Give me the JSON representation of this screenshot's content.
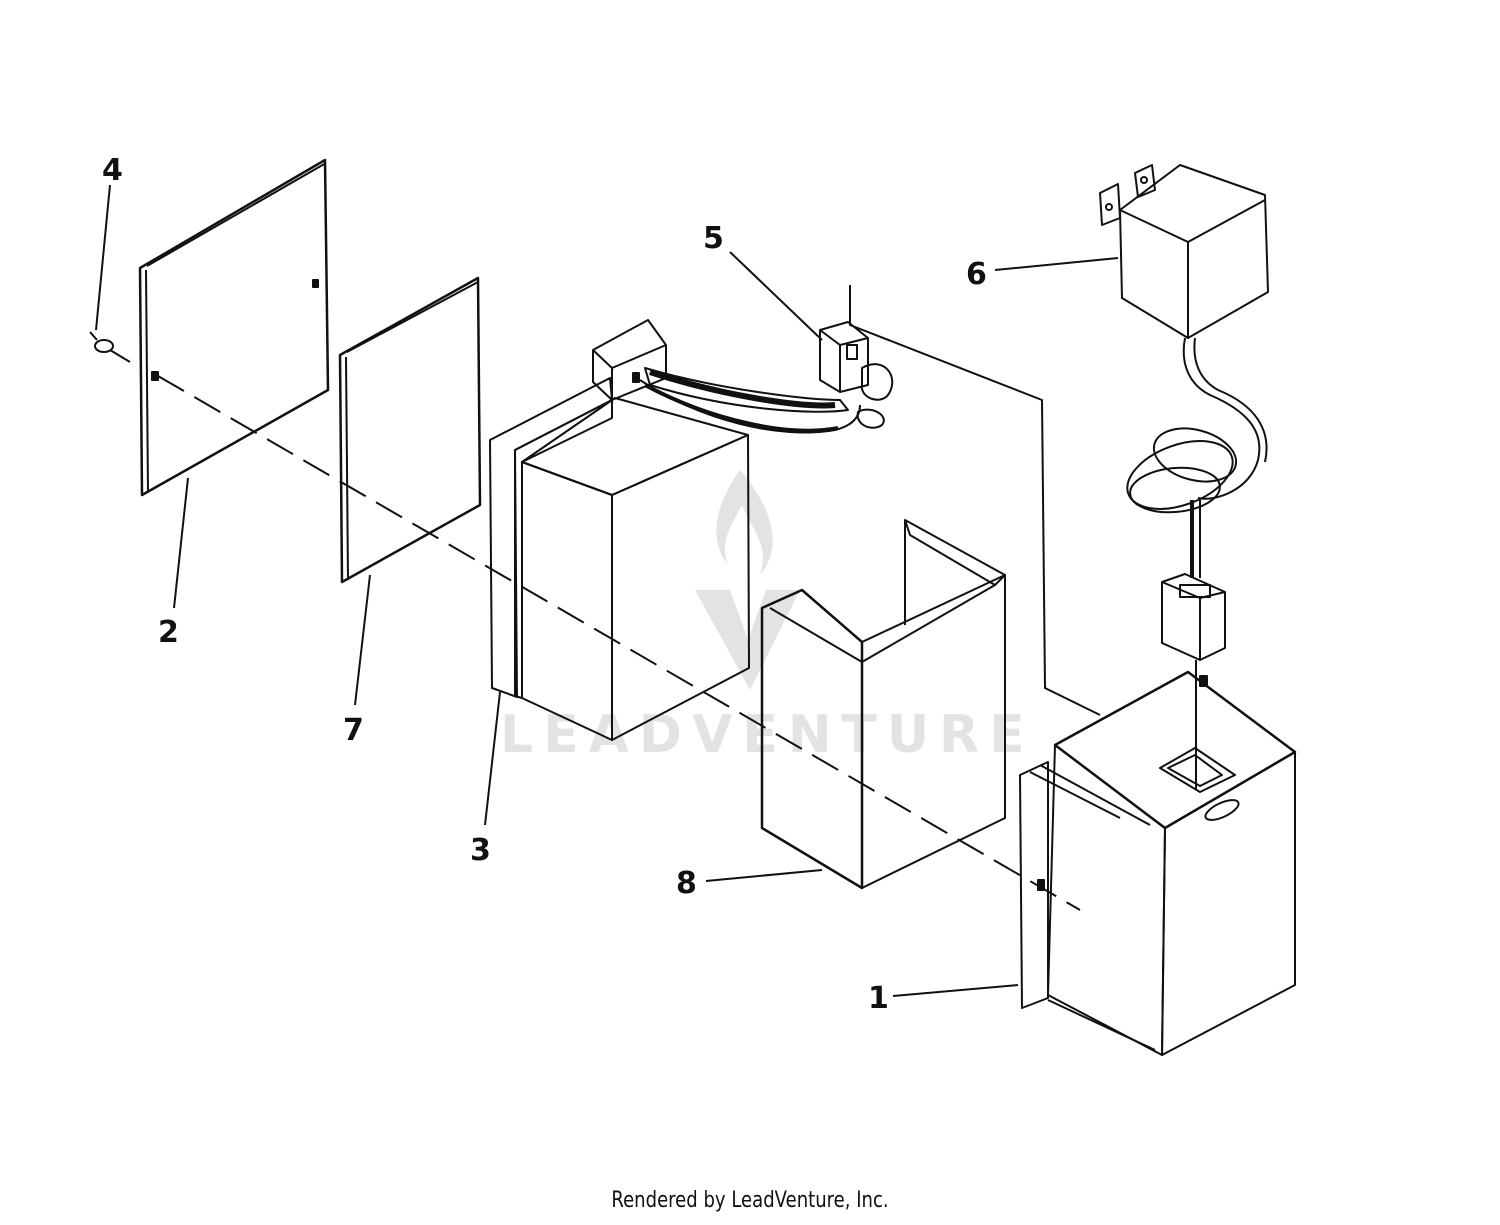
{
  "diagram": {
    "callouts": [
      {
        "id": "1",
        "label": "1"
      },
      {
        "id": "2",
        "label": "2"
      },
      {
        "id": "3",
        "label": "3"
      },
      {
        "id": "4",
        "label": "4"
      },
      {
        "id": "5",
        "label": "5"
      },
      {
        "id": "6",
        "label": "6"
      },
      {
        "id": "7",
        "label": "7"
      },
      {
        "id": "8",
        "label": "8"
      }
    ],
    "watermark": "LEADVENTURE",
    "colors": {
      "line": "#111111",
      "watermark": "#e3e3e3",
      "background": "#ffffff"
    }
  },
  "footer": {
    "text": "Rendered by LeadVenture, Inc."
  }
}
